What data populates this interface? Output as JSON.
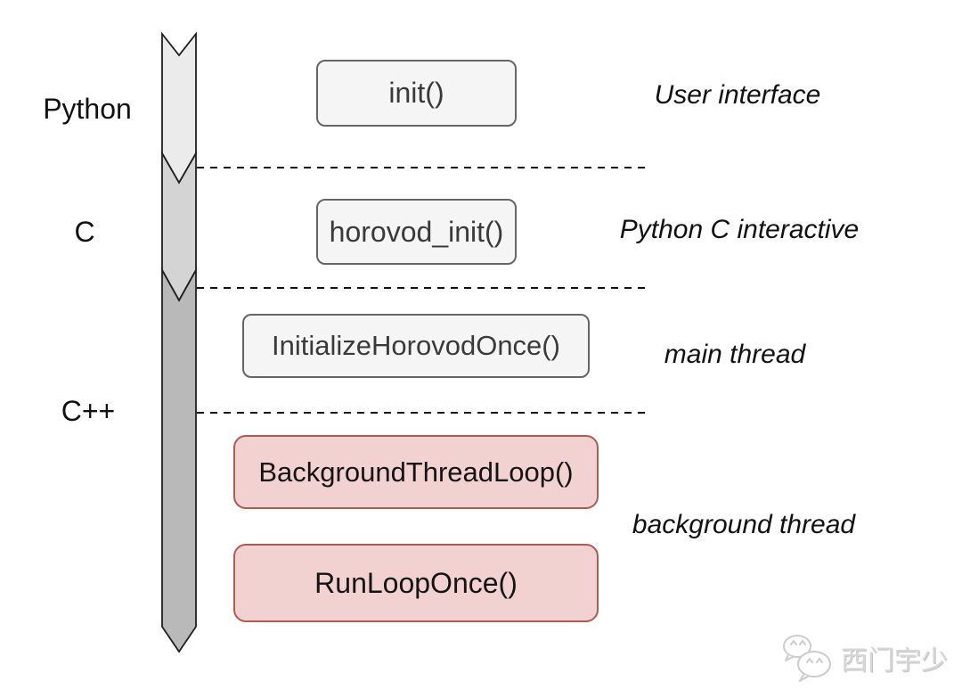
{
  "layers": [
    {
      "label": "Python"
    },
    {
      "label": "C"
    },
    {
      "label": "C++"
    }
  ],
  "boxes": [
    {
      "label": "init()",
      "kind": "gray"
    },
    {
      "label": "horovod_init()",
      "kind": "gray"
    },
    {
      "label": "InitializeHorovodOnce()",
      "kind": "gray"
    },
    {
      "label": "BackgroundThreadLoop()",
      "kind": "pink"
    },
    {
      "label": "RunLoopOnce()",
      "kind": "pink"
    }
  ],
  "annotations": [
    {
      "label": "User interface"
    },
    {
      "label": "Python C interactive"
    },
    {
      "label": "main thread"
    },
    {
      "label": "background thread"
    }
  ],
  "watermark": {
    "text": "西门宇少",
    "icon": "wechat-icon"
  },
  "colors": {
    "layer_python_fill": "#ebebeb",
    "layer_c_fill": "#d4d4d4",
    "layer_cpp_fill": "#b9b9b9",
    "arrow_outline": "#1f1f1f",
    "dashed_line": "#111111",
    "gray_box_fill": "#f5f5f5",
    "gray_box_border": "#666666",
    "pink_box_fill": "#f2d2d0",
    "pink_box_border": "#b05a52"
  }
}
